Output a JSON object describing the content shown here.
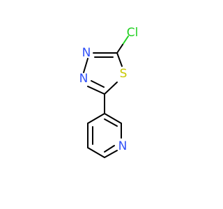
{
  "molecule": {
    "atoms": {
      "cl": {
        "symbol": "Cl",
        "color": "#1fd01f"
      },
      "s": {
        "symbol": "S",
        "color": "#c8c800"
      },
      "n_thiadiazole_top": {
        "symbol": "N",
        "color": "#3050f8"
      },
      "n_thiadiazole_bottom": {
        "symbol": "N",
        "color": "#3050f8"
      },
      "n_pyridine": {
        "symbol": "N",
        "color": "#3050f8"
      }
    },
    "bond_color": "#000000"
  }
}
